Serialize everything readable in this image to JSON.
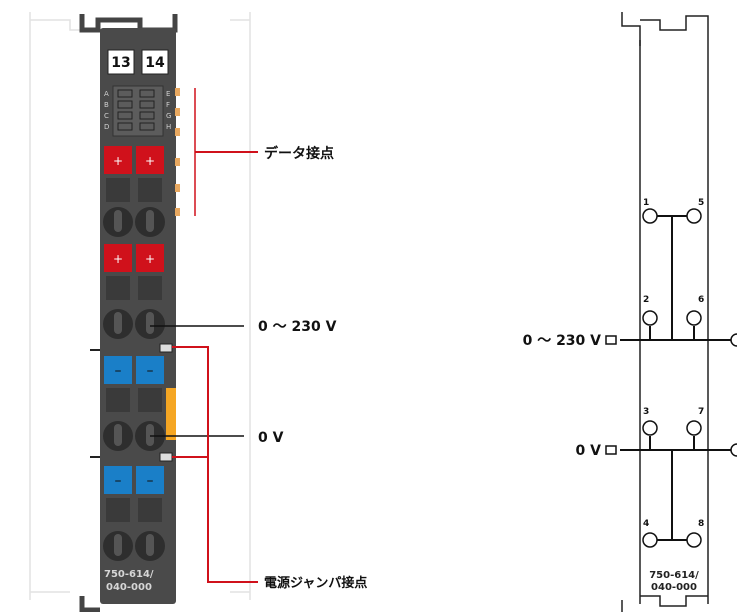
{
  "module": {
    "terminal_numbers": [
      "13",
      "14"
    ],
    "led_letters_left": [
      "A",
      "B",
      "C",
      "D"
    ],
    "led_letters_right": [
      "E",
      "F",
      "G",
      "H"
    ],
    "part_number_line1": "750-614/",
    "part_number_line2": "040-000"
  },
  "callouts": {
    "data_contacts": "データ接点",
    "voltage_230": "0 ～ 230 V",
    "voltage_0": "0 V",
    "power_jumper_contacts": "電源ジャンパ接点"
  },
  "schematic": {
    "voltage_230": "0 ～ 230 V",
    "voltage_0": "0 V",
    "pins": [
      "1",
      "5",
      "2",
      "6",
      "3",
      "7",
      "4",
      "8"
    ],
    "part_number_line1": "750-614/",
    "part_number_line2": "040-000"
  },
  "colors": {
    "module_body": "#4a4a4a",
    "plus_button": "#d0111b",
    "minus_button": "#1a7fc8",
    "callout_line": "#d0111b",
    "orange_contact": "#f5a623"
  }
}
